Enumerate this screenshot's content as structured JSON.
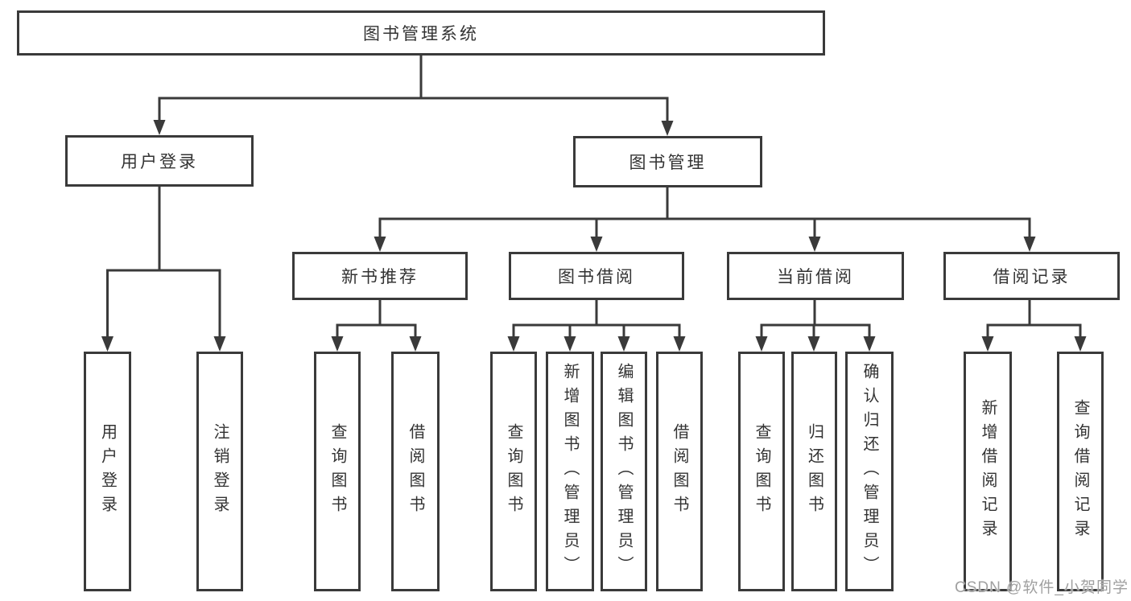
{
  "colors": {
    "line": "#3a3a3a",
    "text": "#333333",
    "watermark": "#a0a0a0",
    "box_bg": "#ffffff"
  },
  "watermark": "CSDN @软件_小贺同学",
  "tree": {
    "label": "图书管理系统",
    "children": [
      {
        "label": "用户登录",
        "children": [
          {
            "label": "用户登录"
          },
          {
            "label": "注销登录"
          }
        ]
      },
      {
        "label": "图书管理",
        "children": [
          {
            "label": "新书推荐",
            "children": [
              {
                "label": "查询图书"
              },
              {
                "label": "借阅图书"
              }
            ]
          },
          {
            "label": "图书借阅",
            "children": [
              {
                "label": "查询图书"
              },
              {
                "label": "新增图书（管理员）"
              },
              {
                "label": "编辑图书（管理员）"
              },
              {
                "label": "借阅图书"
              }
            ]
          },
          {
            "label": "当前借阅",
            "children": [
              {
                "label": "查询图书"
              },
              {
                "label": "归还图书"
              },
              {
                "label": "确认归还（管理员）"
              }
            ]
          },
          {
            "label": "借阅记录",
            "children": [
              {
                "label": "新增借阅记录"
              },
              {
                "label": "查询借阅记录"
              }
            ]
          }
        ]
      }
    ]
  }
}
